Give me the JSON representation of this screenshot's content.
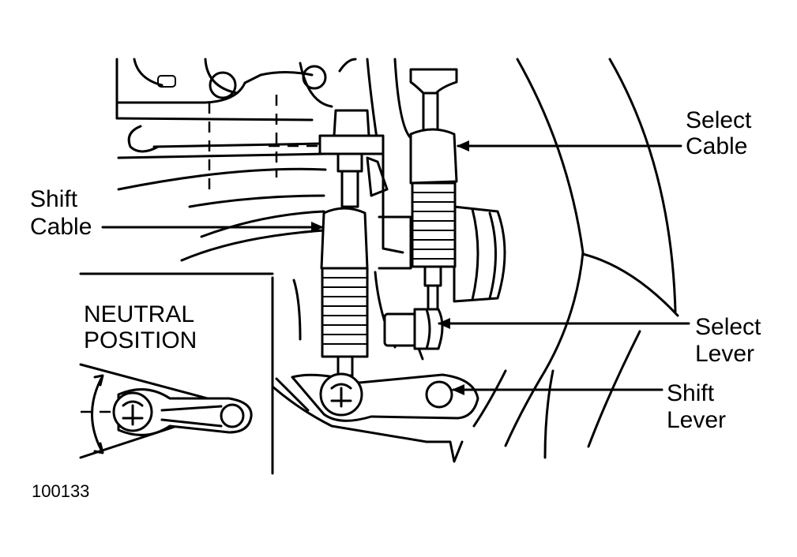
{
  "labels": {
    "select_cable": [
      "Select",
      "Cable"
    ],
    "shift_cable": [
      "Shift",
      "Cable"
    ],
    "select_lever": [
      "Select",
      "Lever"
    ],
    "shift_lever": [
      "Shift",
      "Lever"
    ],
    "neutral_position": [
      "NEUTRAL",
      "POSITION"
    ]
  },
  "figure_number": "100133"
}
